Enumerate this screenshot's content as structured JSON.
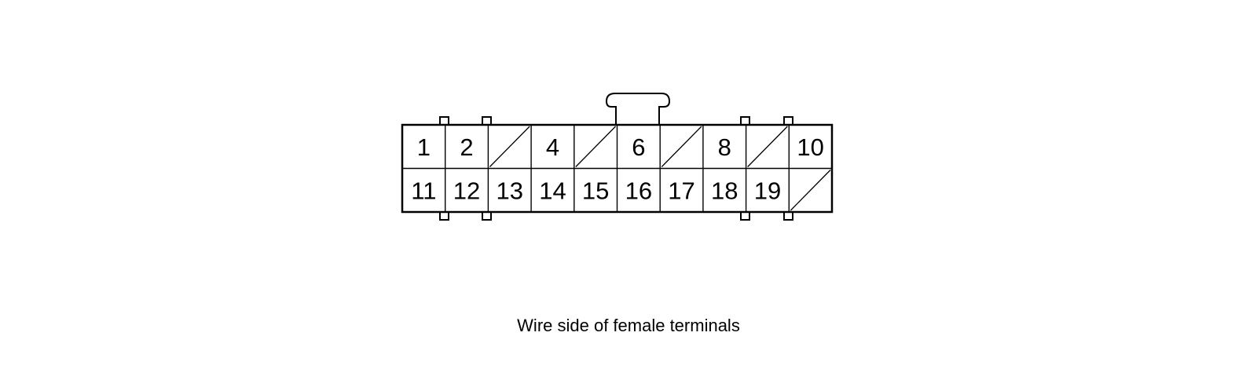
{
  "connector": {
    "top_row": [
      {
        "label": "1"
      },
      {
        "label": "2"
      },
      {
        "label": "",
        "empty": true
      },
      {
        "label": "4"
      },
      {
        "label": "",
        "empty": true
      },
      {
        "label": "6"
      },
      {
        "label": "",
        "empty": true
      },
      {
        "label": "8"
      },
      {
        "label": "",
        "empty": true
      },
      {
        "label": "10"
      }
    ],
    "bottom_row": [
      {
        "label": "11"
      },
      {
        "label": "12"
      },
      {
        "label": "13"
      },
      {
        "label": "14"
      },
      {
        "label": "15"
      },
      {
        "label": "16"
      },
      {
        "label": "17"
      },
      {
        "label": "18"
      },
      {
        "label": "19"
      },
      {
        "label": "",
        "empty": true
      }
    ]
  },
  "caption": "Wire side of female terminals",
  "colors": {
    "stroke": "#000000",
    "background": "#ffffff"
  }
}
